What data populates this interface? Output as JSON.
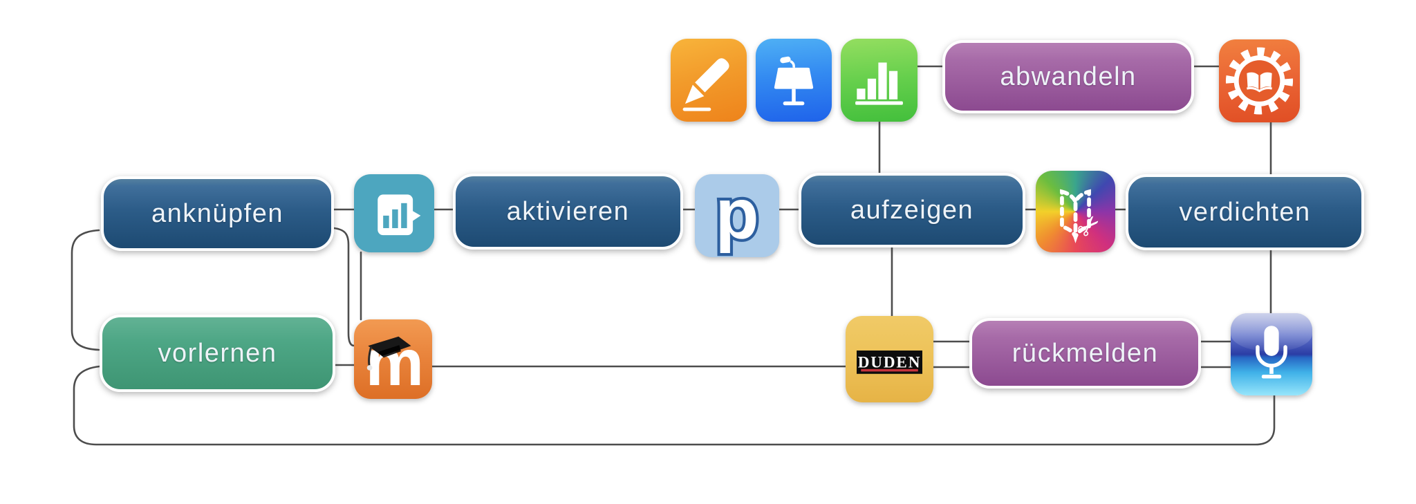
{
  "diagram": {
    "background": "#ffffff",
    "connector_color": "#4d4d4d",
    "node_colors": {
      "blue_top": "#406f9b",
      "blue_bottom": "#1d4a72",
      "purple_top": "#a76ba8",
      "purple_bottom": "#8c4a90",
      "green_top": "#4da685",
      "green_bottom": "#3e9573"
    }
  },
  "boxes": {
    "anknuepfen": {
      "label": "anknüpfen",
      "color": "blue"
    },
    "aktivieren": {
      "label": "aktivieren",
      "color": "blue"
    },
    "aufzeigen": {
      "label": "aufzeigen",
      "color": "blue"
    },
    "verdichten": {
      "label": "verdichten",
      "color": "blue"
    },
    "abwandeln": {
      "label": "abwandeln",
      "color": "purple"
    },
    "rueckmelden": {
      "label": "rückmelden",
      "color": "purple"
    },
    "vorlernen": {
      "label": "vorlernen",
      "color": "green"
    }
  },
  "icons": {
    "pages": {
      "name": "pages-pen-icon",
      "color": "#f29b2b"
    },
    "keynote": {
      "name": "keynote-podium-icon",
      "color": "#338af1"
    },
    "numbers": {
      "name": "numbers-bar-chart-icon",
      "color": "#65cf4c"
    },
    "ibooks_author": {
      "name": "ibooks-author-gear-book-icon",
      "color": "#ea6434"
    },
    "mentimeter": {
      "name": "bar-chart-speech-bubble-icon",
      "color": "#4da6bf"
    },
    "padlet": {
      "name": "padlet-p-icon",
      "color": "#abcbe9",
      "letter": "p"
    },
    "book_creator": {
      "name": "book-creator-scissors-icon",
      "color": "rainbow",
      "scissors_glyph": "✂"
    },
    "moodle": {
      "name": "moodle-icon",
      "color": "#e8823a",
      "letter": "m"
    },
    "duden": {
      "name": "duden-dictionary-icon",
      "color": "#edc258",
      "text": "DUDEN",
      "underline_color": "#c4343c"
    },
    "mic": {
      "name": "microphone-icon",
      "color": "#2766c4"
    }
  }
}
